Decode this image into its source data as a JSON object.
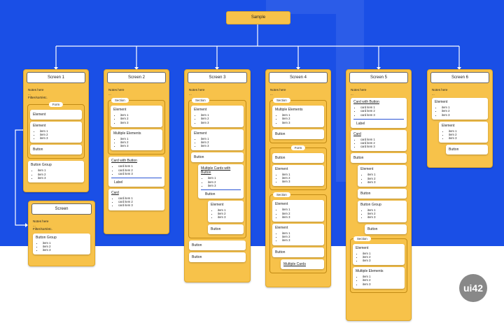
{
  "root": "Sample",
  "logo": "ui42",
  "screens": {
    "s1": {
      "title": "Screen 1",
      "notes": "Notes here",
      "notes2": "...",
      "filter": "Filter/sort/etc.",
      "form_tag": "Form",
      "element": "Element",
      "element2": "Element",
      "items": [
        "item 1",
        "item 2",
        "item 3"
      ],
      "button": "Button",
      "button_group": "Button Group",
      "bg_items": [
        "item 1",
        "item 2",
        "item 3"
      ]
    },
    "s2": {
      "title": "Screen 2",
      "notes": "Notes here",
      "notes2": "...",
      "section": "Section",
      "element": "Element",
      "items": [
        "item 1",
        "item 2",
        "item 3"
      ],
      "multi": "Multiple Elements",
      "multi_items": [
        "item 1",
        "item 2",
        "item 3"
      ],
      "cwb": "Card with Button",
      "cwb_items": [
        "card item 1",
        "card item 2",
        "card item 3"
      ],
      "label": "Label",
      "card": "Card",
      "card_items": [
        "card item 1",
        "card item 2",
        "card item 3"
      ]
    },
    "s3": {
      "title": "Screen 3",
      "notes": "Notes here",
      "notes2": "...",
      "section": "Section",
      "element": "Element",
      "items": [
        "item 1",
        "item 2",
        "item 3"
      ],
      "element2": "Element",
      "items2": [
        "item 1",
        "item 2",
        "item 3"
      ],
      "button": "Button",
      "mcwb": "Multiple Cards with Button",
      "mcwb_items": [
        "item 1",
        "item 2",
        "item 3"
      ],
      "button2": "Button",
      "element3": "Element",
      "items3": [
        "item 1",
        "item 2",
        "item 3"
      ],
      "button3": "Button",
      "button4": "Button",
      "button5": "Button"
    },
    "s4": {
      "title": "Screen 4",
      "notes": "Notes here",
      "notes2": "...",
      "section": "Section",
      "multi": "Multiple Elements",
      "multi_items": [
        "item 1",
        "item 2",
        "item 3"
      ],
      "button": "Button",
      "form_tag": "Form",
      "button2": "Button",
      "element": "Element",
      "items": [
        "item 1",
        "item 2",
        "item 3"
      ],
      "section2": "Section",
      "element2": "Element",
      "items2": [
        "item 1",
        "item 2",
        "item 3"
      ],
      "element3": "Element",
      "items3": [
        "item 1",
        "item 2",
        "item 3"
      ],
      "button3": "Button",
      "multi_cards": "Multiple Cards"
    },
    "s5": {
      "title": "Screen 5",
      "notes": "Notes here",
      "notes2": "...",
      "cwb": "Card with Button",
      "cwb_items": [
        "card item 1",
        "card item 2",
        "card item 3"
      ],
      "label": "Label",
      "card": "Card",
      "card_items": [
        "card item 1",
        "card item 2",
        "card item 3"
      ],
      "button": "Button",
      "element": "Element",
      "items": [
        "item 1",
        "item 2",
        "item 3"
      ],
      "button2": "Button",
      "button_group": "Button Group",
      "bg_items": [
        "item 1",
        "item 2",
        "item 3"
      ],
      "button3": "Button",
      "section": "Section",
      "element2": "Element",
      "items2": [
        "item 1",
        "item 2",
        "item 3"
      ],
      "multi": "Multiple Elements",
      "multi_items": [
        "item 1",
        "item 2",
        "item 3"
      ]
    },
    "s6": {
      "title": "Screen 6",
      "notes": "Notes here",
      "notes2": "...",
      "element": "Element",
      "items": [
        "item 1",
        "item 2",
        "item 3"
      ],
      "element2": "Element",
      "items2": [
        "item 1",
        "item 2",
        "item 3"
      ],
      "button": "Button"
    },
    "s7": {
      "title": "Screen",
      "notes": "Notes here",
      "notes2": "...",
      "filter": "Filter/sort/etc.",
      "button_group": "Button Group",
      "bg_items": [
        "item 1",
        "item 2",
        "item 3"
      ]
    }
  }
}
